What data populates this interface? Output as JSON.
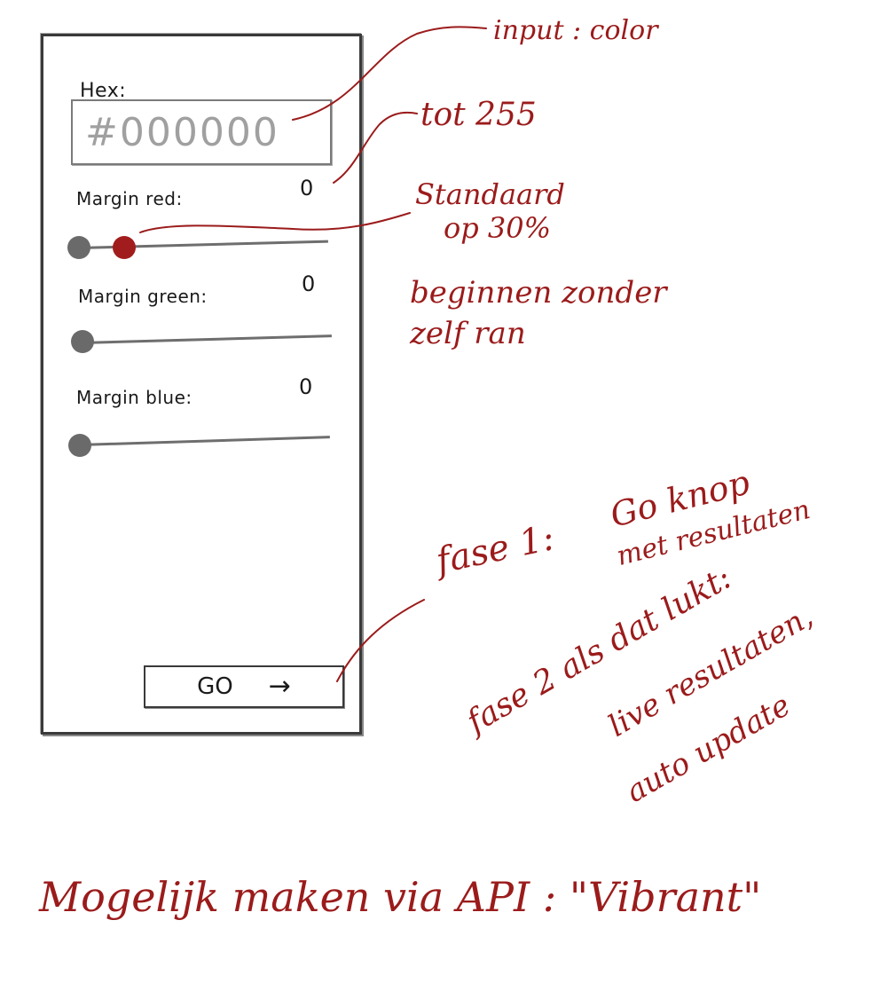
{
  "form": {
    "hex_label": "Hex:",
    "hex_placeholder": "#000000",
    "red": {
      "label": "Margin red:",
      "value": "0",
      "slider_level": 0.18
    },
    "green": {
      "label": "Margin green:",
      "value": "0",
      "slider_level": 0.0
    },
    "blue": {
      "label": "Margin blue:",
      "value": "0",
      "slider_level": 0.0
    },
    "go_label": "GO",
    "go_arrow": "→"
  },
  "annotations": {
    "input_color": "input : color",
    "tot_255": "tot 255",
    "standaard_line1": "Standaard",
    "standaard_line2": "op 30%",
    "beginnen_line1": "beginnen zonder",
    "beginnen_line2": "zelf ran",
    "fase1_label": "fase 1:",
    "fase1_line1": "Go knop",
    "fase1_line2": "met resultaten",
    "fase2_line1": "fase 2 als dat lukt:",
    "fase2_line2": "live resultaten,",
    "fase2_line3": "auto update",
    "footer": "Mogelijk maken via API : \"Vibrant\""
  },
  "colors": {
    "annotation": "#9b1b1b",
    "sketch": "#3a3a3a",
    "thumb_gray": "#6a6a6a",
    "thumb_red": "#a11d1d"
  }
}
